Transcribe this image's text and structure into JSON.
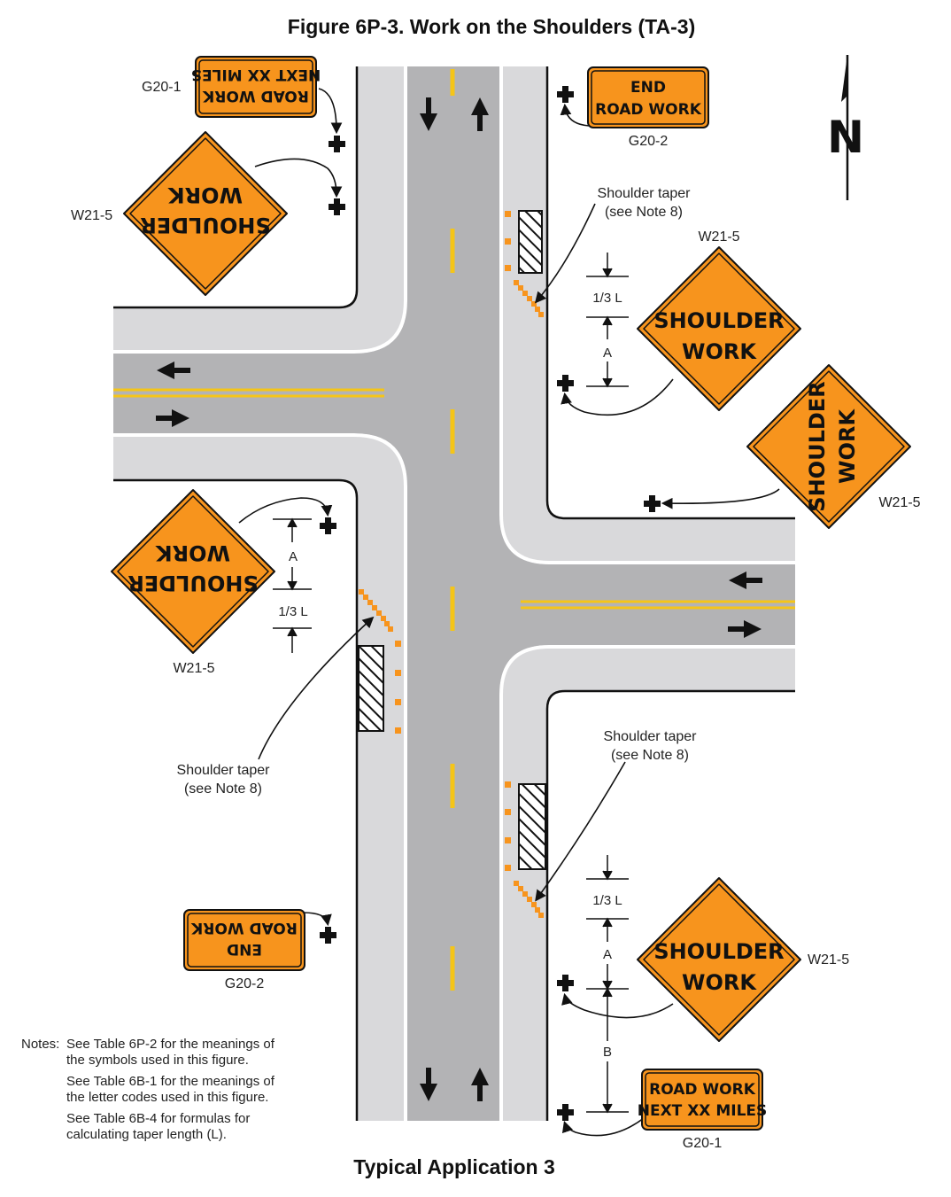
{
  "title": "Figure 6P-3.  Work on the Shoulders (TA-3)",
  "subtitle": "Typical Application 3",
  "north": "N",
  "colors": {
    "sign_orange": "#f7941d",
    "road_gray": "#b3b3b5",
    "shoulder_gray": "#d9d9db",
    "centerline_yellow": "#f5c518",
    "cone_orange": "#f7941d"
  },
  "signs": {
    "g20_1_top": {
      "code": "G20-1",
      "line1": "ROAD WORK",
      "line2": "NEXT XX MILES"
    },
    "g20_2_top": {
      "code": "G20-2",
      "line1": "END",
      "line2": "ROAD WORK"
    },
    "w21_5_topleft": {
      "code": "W21-5",
      "line1": "SHOULDER",
      "line2": "WORK"
    },
    "w21_5_topright": {
      "code": "W21-5",
      "line1": "SHOULDER",
      "line2": "WORK"
    },
    "w21_5_east": {
      "code": "W21-5",
      "line1": "SHOULDER",
      "line2": "WORK"
    },
    "w21_5_midleft": {
      "code": "W21-5",
      "line1": "SHOULDER",
      "line2": "WORK"
    },
    "g20_2_bottom": {
      "code": "G20-2",
      "line1": "END",
      "line2": "ROAD WORK"
    },
    "w21_5_bottomright": {
      "code": "W21-5",
      "line1": "SHOULDER",
      "line2": "WORK"
    },
    "g20_1_bottom": {
      "code": "G20-1",
      "line1": "ROAD WORK",
      "line2": "NEXT XX MILES"
    }
  },
  "labels": {
    "taper_top_1": "Shoulder taper",
    "taper_top_2": "(see Note 8)",
    "taper_left_1": "Shoulder taper",
    "taper_left_2": "(see Note 8)",
    "taper_bottom_1": "Shoulder taper",
    "taper_bottom_2": "(see Note 8)"
  },
  "dimensions": {
    "third_l": "1/3 L",
    "a": "A",
    "b": "B"
  },
  "notes": {
    "heading": "Notes:",
    "n1a": "See Table 6P-2 for the meanings of",
    "n1b": "the symbols used in this figure.",
    "n2a": "See Table 6B-1 for the meanings of",
    "n2b": "the letter codes used in this figure.",
    "n3a": "See Table 6B-4 for formulas for",
    "n3b": "calculating taper length (L)."
  }
}
